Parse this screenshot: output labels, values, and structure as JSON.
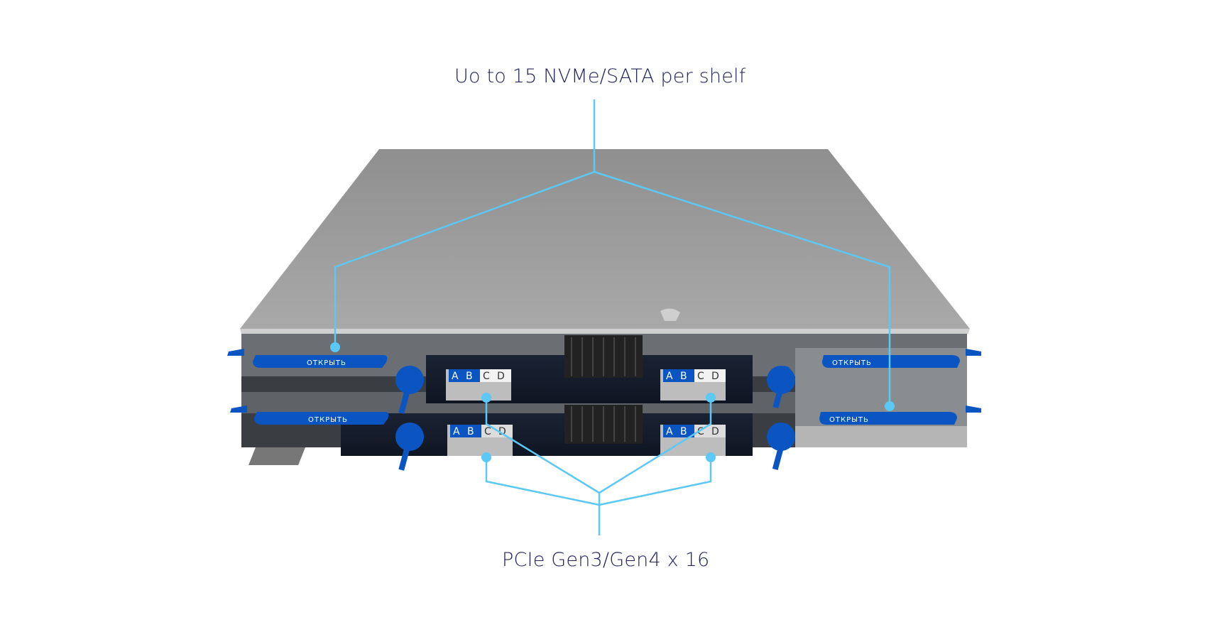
{
  "callouts": {
    "top": "Uo to 15 NVMe/SATA per shelf",
    "bottom": "PCIe Gen3/Gen4 x 16"
  },
  "device": {
    "latch_label": "ОТКРЫТЬ",
    "slot_letters": [
      "A",
      "B",
      "C",
      "D"
    ]
  },
  "colors": {
    "callout_line": "#5bc8f5",
    "label_text": "#23245e",
    "latch_blue": "#0a55c2",
    "chassis": "#9a9a9a"
  }
}
